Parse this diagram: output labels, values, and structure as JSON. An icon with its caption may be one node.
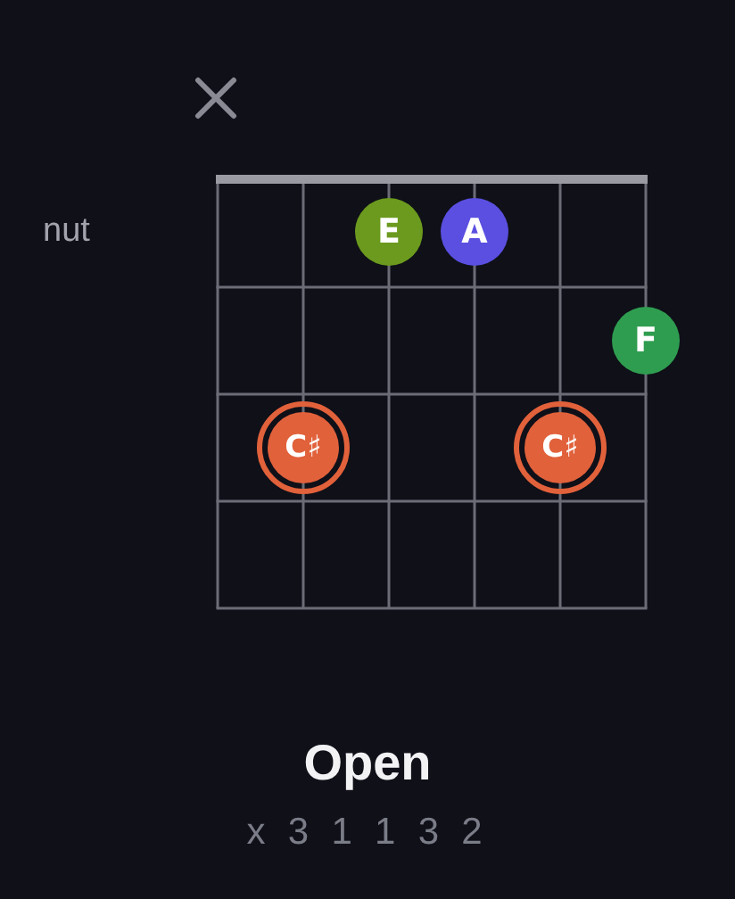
{
  "diagram": {
    "title": "Open",
    "nodes": [
      {
        "text": [
          "E"
        ]
      },
      {
        "text": [
          "A"
        ]
      },
      {
        "text": [
          "F"
        ]
      },
      {
        "text": [
          "C♯"
        ]
      },
      {
        "text": [
          "C♯"
        ]
      }
    ],
    "labels": [
      "nut",
      "x 3 1 1 3 2"
    ]
  }
}
